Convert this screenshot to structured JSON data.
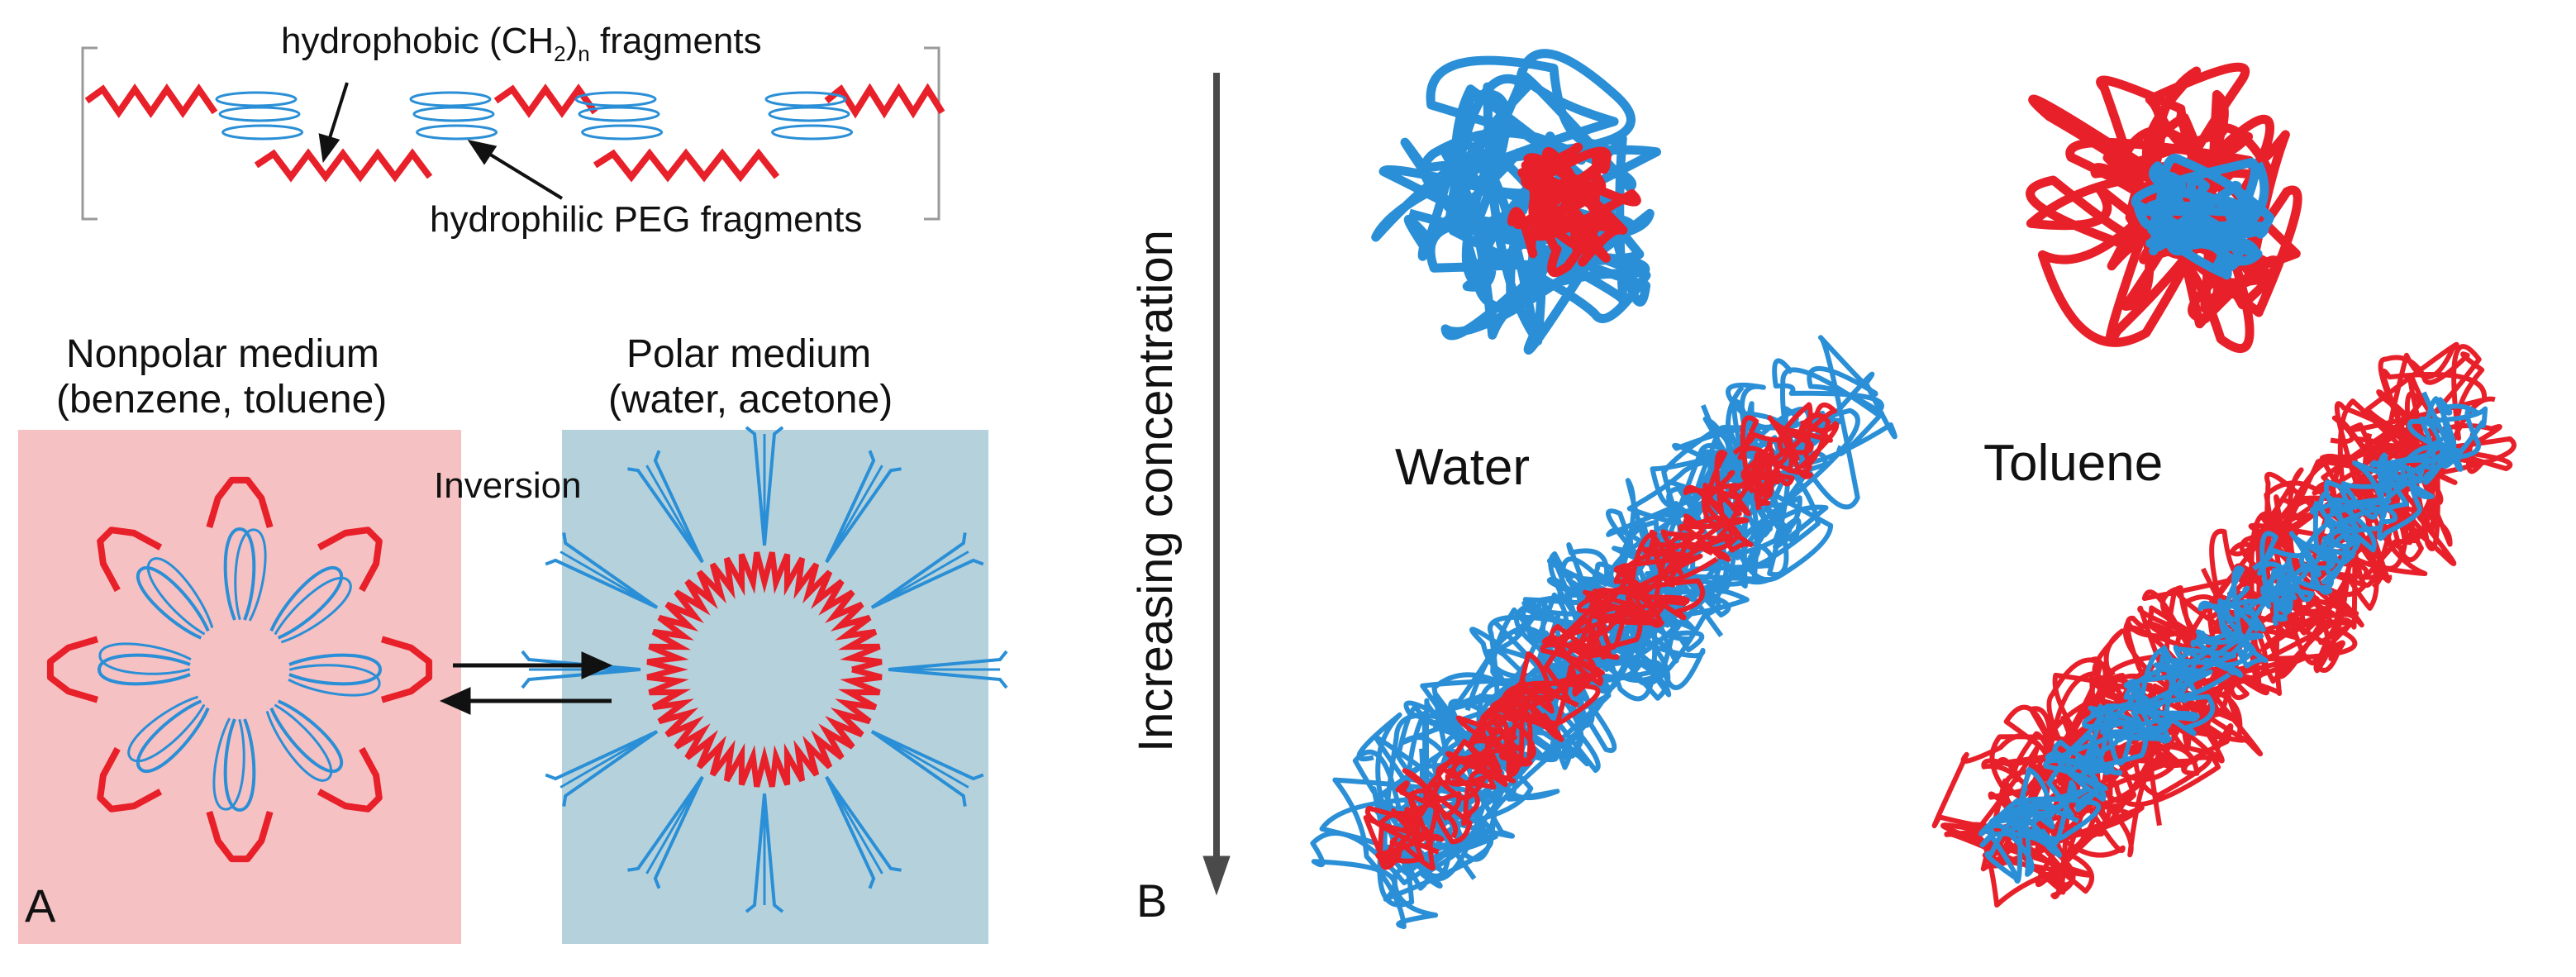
{
  "panel_a": {
    "label": "A",
    "top_labels": {
      "hydrophobic_prefix": "hydrophobic (CH",
      "hydrophobic_sub": "2",
      "hydrophobic_close": ")",
      "hydrophobic_n": "n",
      "hydrophobic_suffix": " fragments",
      "hydrophilic": "hydrophilic PEG fragments"
    },
    "nonpolar": {
      "line1": "Nonpolar medium",
      "line2": "(benzene, toluene)"
    },
    "polar": {
      "line1": "Polar medium",
      "line2": "(water, acetone)"
    },
    "inversion": "Inversion"
  },
  "panel_b": {
    "label": "B",
    "axis_label": "Increasing concentration",
    "water": "Water",
    "toluene": "Toluene"
  },
  "colors": {
    "hydrophobic_red": "#e8202a",
    "hydrophilic_blue": "#2a8fd6",
    "nonpolar_bg": "#f6c1c3",
    "polar_bg": "#b5d2dc",
    "arrow_gray": "#4a4a4a"
  }
}
